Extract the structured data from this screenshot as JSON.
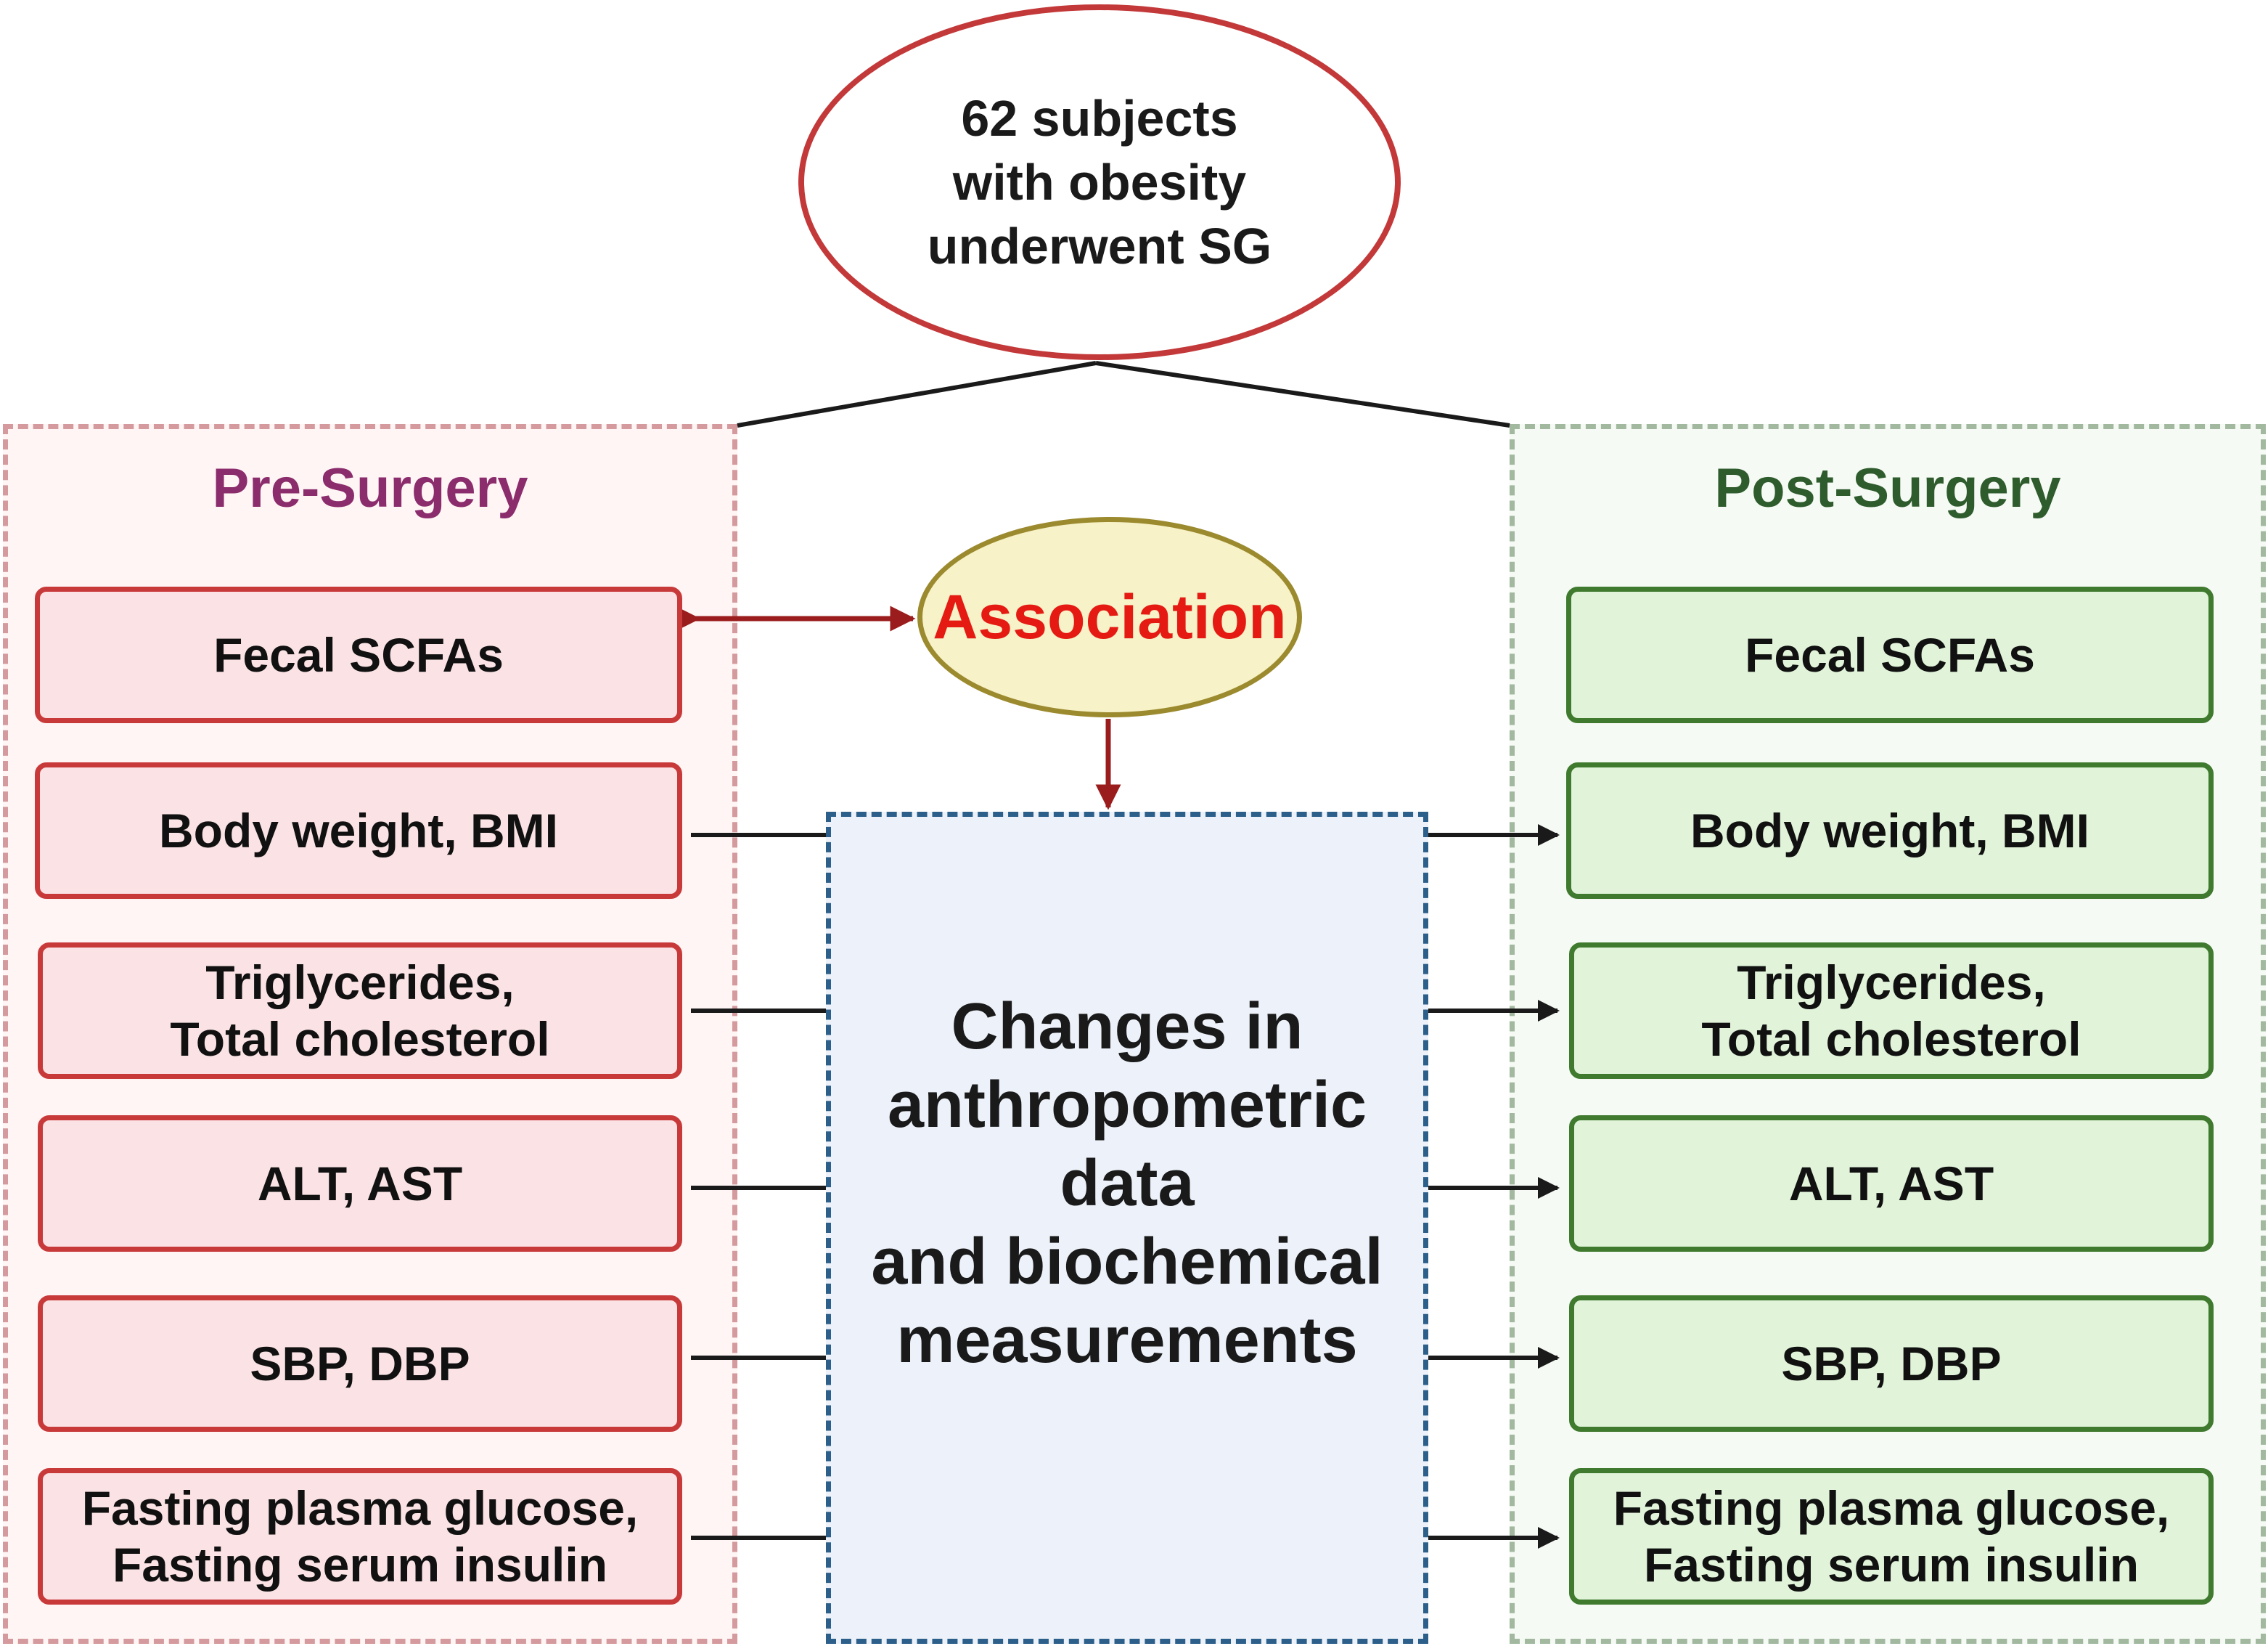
{
  "top_node": {
    "label": "62 subjects\nwith obesity\nunderwent SG"
  },
  "pre_surgery": {
    "title": "Pre-Surgery",
    "items": [
      "Fecal SCFAs",
      "Body weight, BMI",
      "Triglycerides,\nTotal cholesterol",
      "ALT, AST",
      "SBP, DBP",
      "Fasting plasma glucose,\nFasting serum insulin"
    ]
  },
  "post_surgery": {
    "title": "Post-Surgery",
    "items": [
      "Fecal SCFAs",
      "Body weight, BMI",
      "Triglycerides,\nTotal cholesterol",
      "ALT, AST",
      "SBP, DBP",
      "Fasting plasma glucose,\nFasting serum insulin"
    ]
  },
  "association": {
    "label": "Association"
  },
  "changes": {
    "label": "Changes in\nanthropometric\ndata\nand biochemical\nmeasurements"
  },
  "colors": {
    "pre_accent": "#c8393a",
    "post_accent": "#3f7a2e",
    "association_text": "#e41a13",
    "association_arrow": "#9b1c1c",
    "mid_border": "#2c5f8a"
  }
}
